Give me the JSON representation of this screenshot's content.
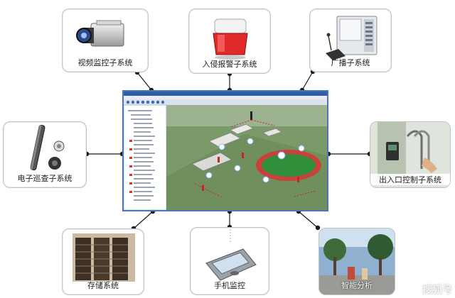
{
  "diagram": {
    "nodes": {
      "video": {
        "label": "视频监控子系统"
      },
      "intrusion": {
        "label": "入侵报警子系统"
      },
      "broadcast": {
        "label": "广播子系统"
      },
      "patrol": {
        "label": "电子巡查子系统"
      },
      "access": {
        "label": "出入口控制子系统"
      },
      "storage": {
        "label": "存储系统"
      },
      "mobile": {
        "label": "手机监控"
      },
      "analytics": {
        "label": "智能分析"
      }
    },
    "watermark": "搜狐号"
  },
  "colors": {
    "line": "#1a1a1a",
    "frame": "#4a78b8",
    "grass": "#3f7d3a",
    "track": "#c9413a",
    "marker": "#cc2222"
  },
  "icons": {
    "video": "camera-icon",
    "intrusion": "siren-icon",
    "broadcast": "broadcast-console-icon",
    "patrol": "patrol-wand-icon",
    "access": "access-reader-icon",
    "storage": "server-rack-icon",
    "mobile": "pda-icon",
    "analytics": "street-scene-icon"
  }
}
